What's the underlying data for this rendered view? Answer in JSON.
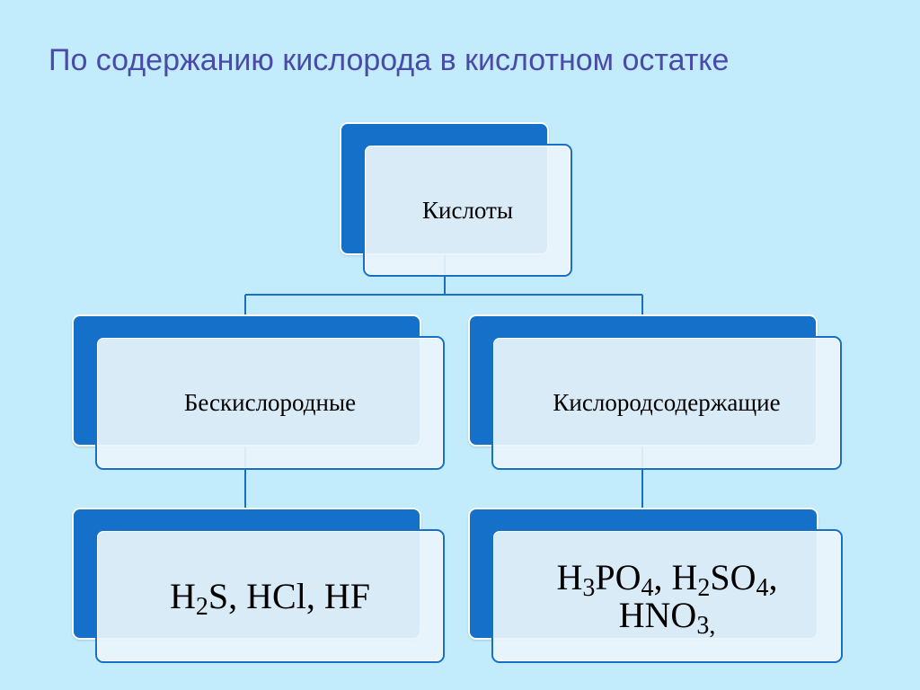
{
  "title": "По содержанию кислорода в кислотном остатке",
  "root": {
    "label": "Кислоты"
  },
  "branches": {
    "left": {
      "label": "Бескислородные",
      "examples": {
        "a": "H",
        "a_sub": "2",
        "b": "S,  HCl,  HF"
      }
    },
    "right": {
      "label": "Кислородсодержащие",
      "examples": {
        "p1": "H",
        "p1_sub": "3",
        "p2": "PO",
        "p2_sub": "4",
        "p3": ", H",
        "p3_sub": "2",
        "p4": "SO",
        "p4_sub": "4",
        "p5": ",",
        "p6": "HNO",
        "p6_sub": "3,"
      }
    }
  },
  "colors": {
    "background": "#c2ecfb",
    "title": "#4a4aa8",
    "box_accent": "#1470c8",
    "connector": "#1a6fbf"
  }
}
